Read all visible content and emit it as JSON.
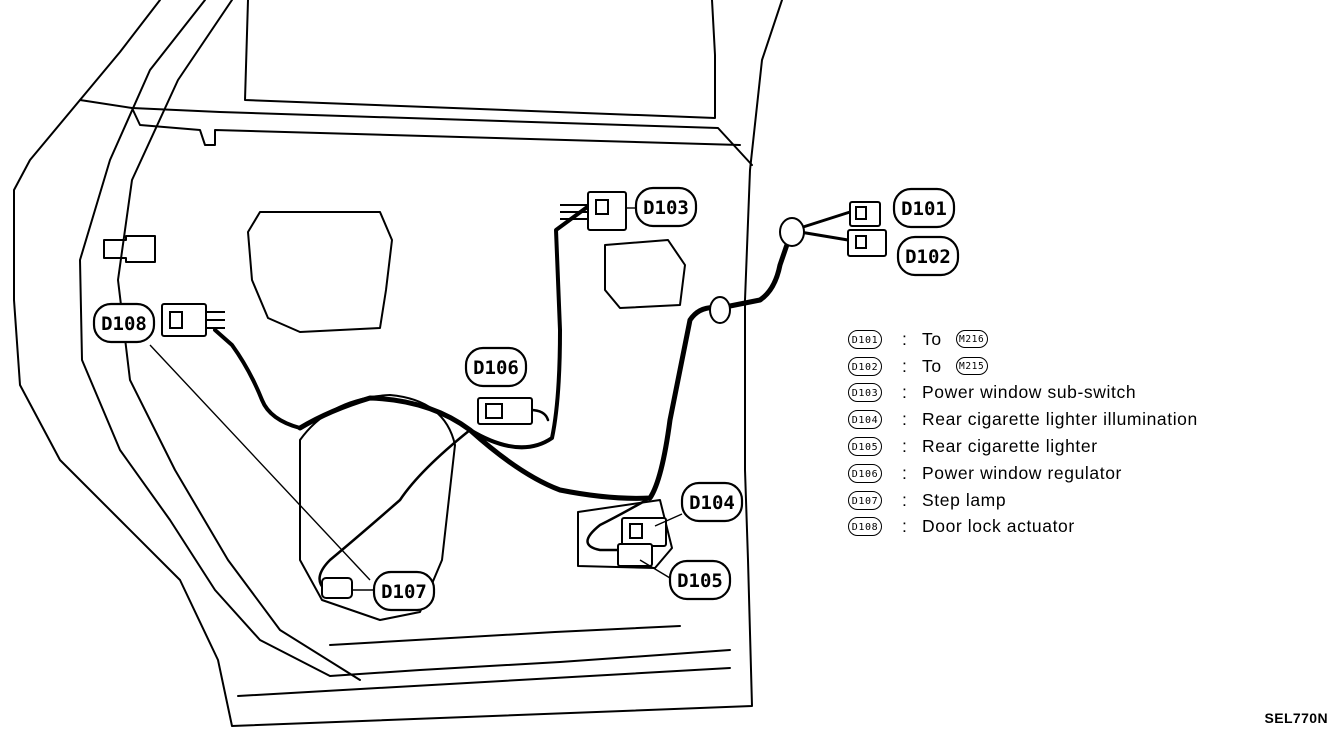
{
  "callouts": {
    "d101": "D101",
    "d102": "D102",
    "d103": "D103",
    "d104": "D104",
    "d105": "D105",
    "d106": "D106",
    "d107": "D107",
    "d108": "D108"
  },
  "legend": [
    {
      "code": "D101",
      "text": "To",
      "ref": "M216"
    },
    {
      "code": "D102",
      "text": "To",
      "ref": "M215"
    },
    {
      "code": "D103",
      "text": "Power window sub-switch"
    },
    {
      "code": "D104",
      "text": "Rear cigarette lighter illumination"
    },
    {
      "code": "D105",
      "text": "Rear cigarette lighter"
    },
    {
      "code": "D106",
      "text": "Power window regulator"
    },
    {
      "code": "D107",
      "text": "Step lamp"
    },
    {
      "code": "D108",
      "text": "Door lock actuator"
    }
  ],
  "separator": ":",
  "reference_code": "SEL770N"
}
